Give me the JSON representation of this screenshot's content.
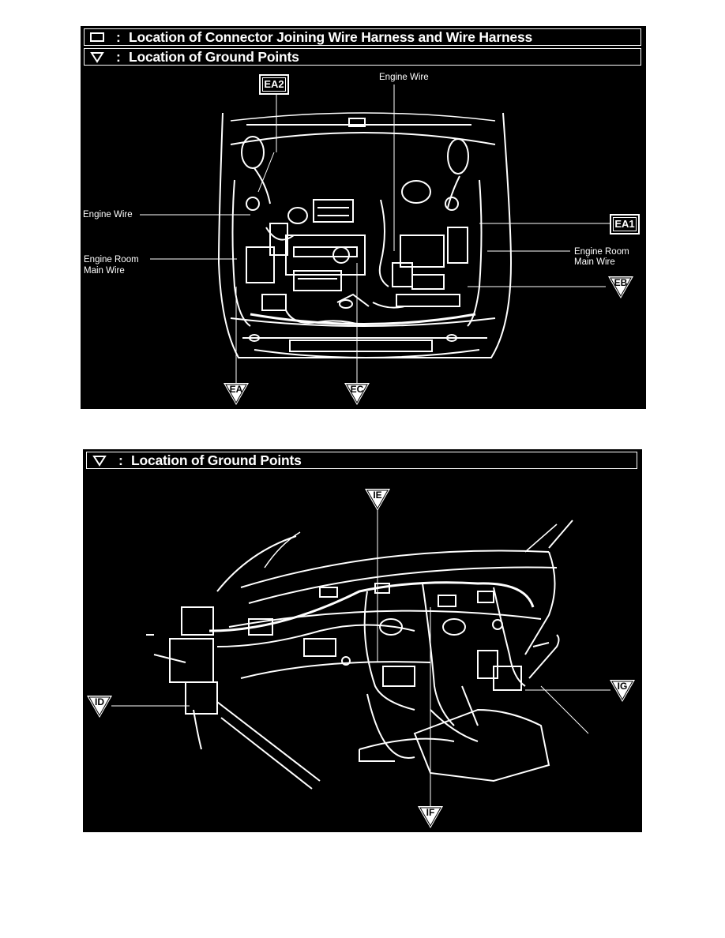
{
  "panel1": {
    "header_row1": {
      "colon": ":",
      "text": "Location of Connector Joining Wire Harness and Wire Harness"
    },
    "header_row2": {
      "colon": ":",
      "text": "Location of Ground Points"
    },
    "labels": {
      "engine_wire_top": "Engine Wire",
      "engine_wire_left": "Engine Wire",
      "engine_room_main_left_1": "Engine Room",
      "engine_room_main_left_2": "Main Wire",
      "engine_room_main_right_1": "Engine Room",
      "engine_room_main_right_2": "Main Wire"
    },
    "connector_tags": {
      "ea2": "EA2",
      "ea1": "EA1"
    },
    "ground_tags": {
      "eb": "EB",
      "ea": "EA",
      "ec": "EC"
    }
  },
  "panel2": {
    "header": {
      "colon": ":",
      "text": "Location of Ground Points"
    },
    "ground_tags": {
      "ie": "IE",
      "id": "ID",
      "ig": "IG",
      "if": "IF"
    }
  },
  "colors": {
    "background": "#000000",
    "lines": "#ffffff",
    "page": "#ffffff"
  }
}
